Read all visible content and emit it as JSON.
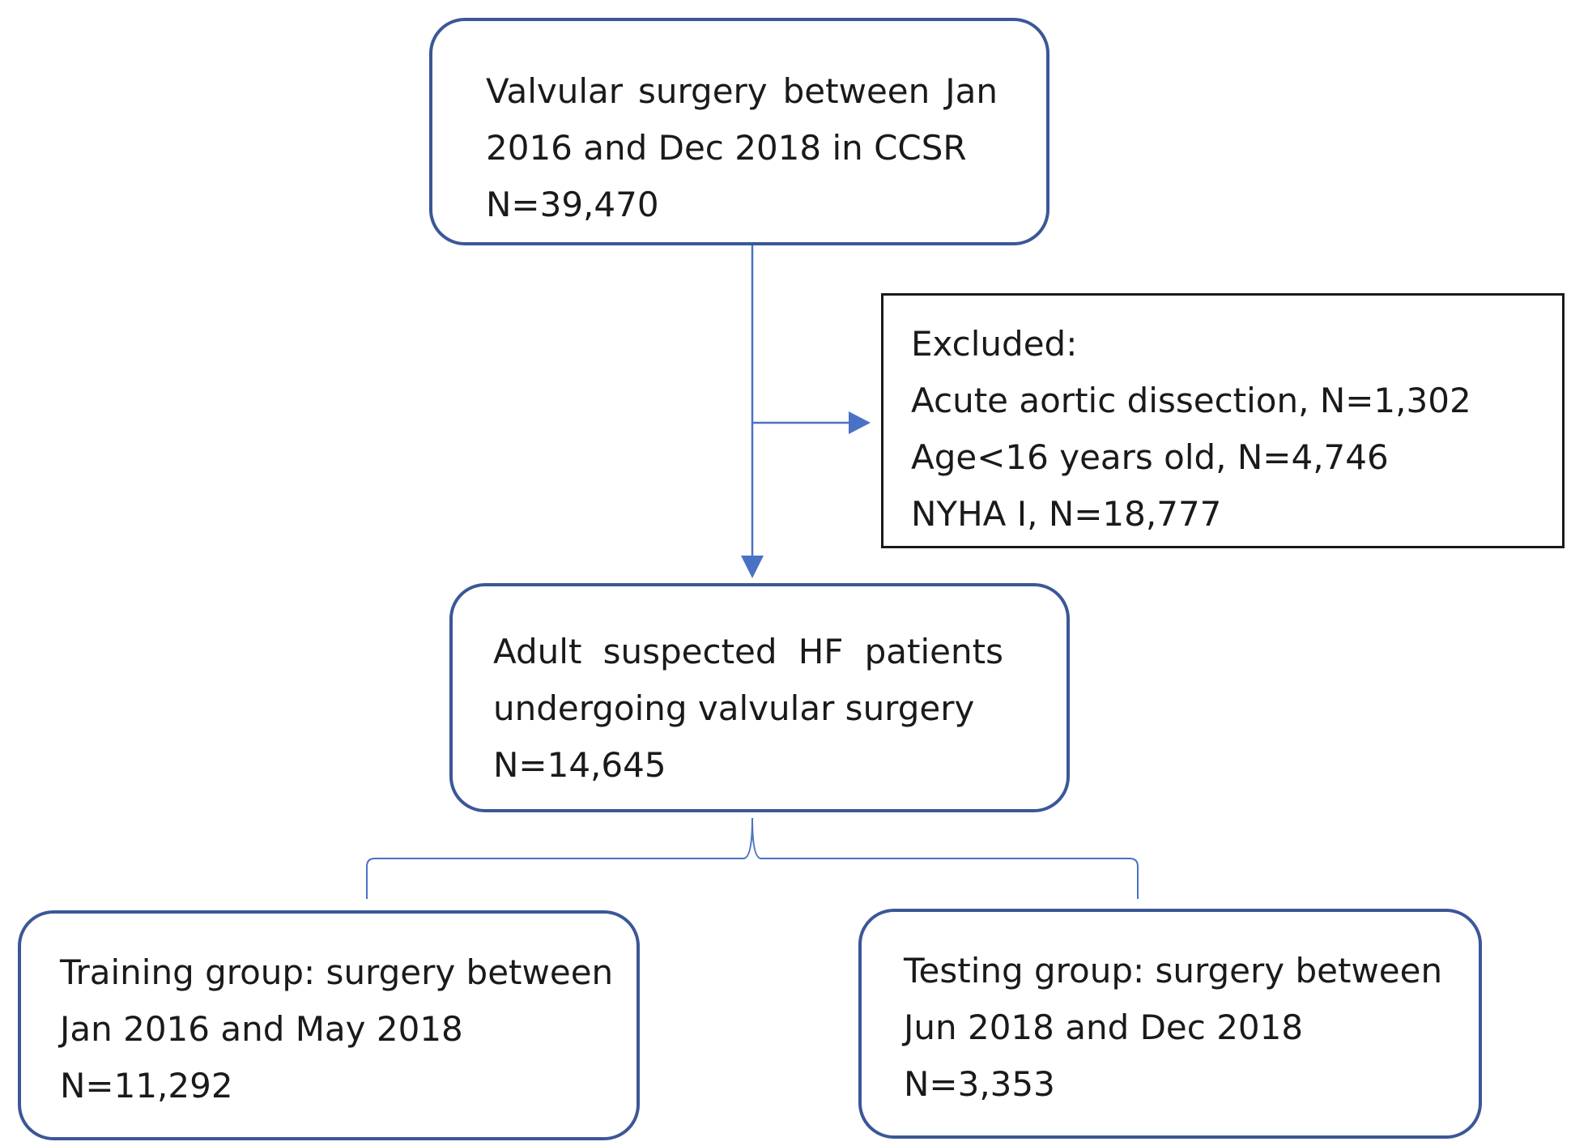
{
  "flowchart": {
    "top_box": {
      "line1_words": [
        "Valvular",
        "surgery",
        "between",
        "Jan"
      ],
      "line2": "2016 and Dec 2018 in CCSR",
      "line3": "N=39,470"
    },
    "exclusion_box": {
      "heading": "Excluded:",
      "items": [
        "Acute aortic dissection, N=1,302",
        "Age<16 years old, N=4,746",
        "NYHA I, N=18,777"
      ]
    },
    "middle_box": {
      "line1_words": [
        "Adult",
        "suspected",
        "HF",
        "patients"
      ],
      "line2": "undergoing valvular surgery",
      "line3": "N=14,645"
    },
    "training_box": {
      "line1": "Training group: surgery between",
      "line2": "Jan 2016 and May 2018",
      "line3": "N=11,292"
    },
    "testing_box": {
      "line1": "Testing group: surgery between",
      "line2": "Jun 2018 and Dec 2018",
      "line3": "N=3,353"
    }
  },
  "colors": {
    "box_border": "#3b5797",
    "connector": "#4a72c4",
    "text": "#1a1a1a"
  }
}
